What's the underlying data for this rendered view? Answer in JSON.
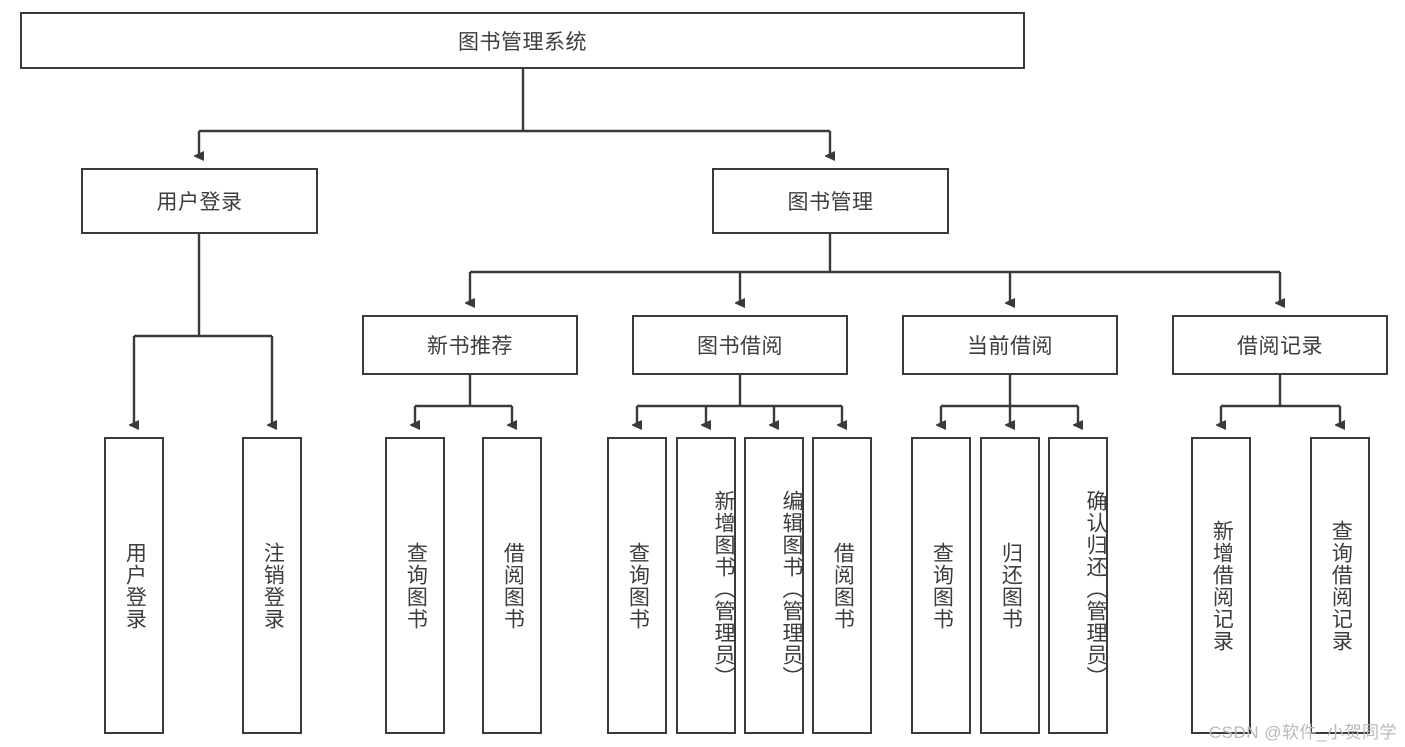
{
  "diagram": {
    "title": "图书管理系统",
    "type": "tree-hierarchy-diagram",
    "colors": {
      "box_border": "#3a3a3a",
      "box_fill": "#ffffff",
      "connector": "#3a3a3a",
      "text": "#3d3d3d",
      "watermark": "#b9b9b9",
      "background": "#ffffff"
    },
    "root": {
      "label": "图书管理系统"
    },
    "level2": [
      {
        "label": "用户登录"
      },
      {
        "label": "图书管理"
      }
    ],
    "level3": [
      {
        "label": "新书推荐"
      },
      {
        "label": "图书借阅"
      },
      {
        "label": "当前借阅"
      },
      {
        "label": "借阅记录"
      }
    ],
    "leaves": {
      "user_login": [
        {
          "label": "用户登录"
        },
        {
          "label": "注销登录"
        }
      ],
      "new_book_recommend": [
        {
          "label": "查询图书"
        },
        {
          "label": "借阅图书"
        }
      ],
      "book_borrow": [
        {
          "label": "查询图书"
        },
        {
          "label": "新增图书（管理员）"
        },
        {
          "label": "编辑图书（管理员）"
        },
        {
          "label": "借阅图书"
        }
      ],
      "current_borrow": [
        {
          "label": "查询图书"
        },
        {
          "label": "归还图书"
        },
        {
          "label": "确认归还（管理员）"
        }
      ],
      "borrow_record": [
        {
          "label": "新增借阅记录"
        },
        {
          "label": "查询借阅记录"
        }
      ]
    },
    "watermark": "CSDN @软件_小贺同学"
  }
}
